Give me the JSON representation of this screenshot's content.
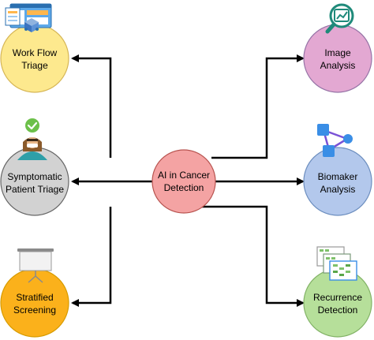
{
  "center": {
    "line1": "AI in Cancer",
    "line2": "Detection",
    "color": "#f4a3a3",
    "stroke": "#b85450"
  },
  "nodes": {
    "workflow": {
      "line1": "Work Flow",
      "line2": "Triage",
      "color": "#fde98e",
      "stroke": "#d6b656",
      "icon": "workflow-dashboard-icon"
    },
    "symptomatic": {
      "line1": "Symptomatic",
      "line2": "Patient Triage",
      "color": "#d2d2d2",
      "stroke": "#666666",
      "icon": "doctor-checkmark-icon"
    },
    "stratified": {
      "line1": "Stratified",
      "line2": "Screening",
      "color": "#fbb11b",
      "stroke": "#d79b00",
      "icon": "projector-screen-icon"
    },
    "image": {
      "line1": "Image",
      "line2": "Analysis",
      "color": "#e3a8d2",
      "stroke": "#9673a6",
      "icon": "magnifier-chart-icon"
    },
    "biomaker": {
      "line1": "Biomaker",
      "line2": "Analysis",
      "color": "#b3c8ec",
      "stroke": "#6c8ebf",
      "icon": "network-nodes-icon"
    },
    "recurrence": {
      "line1": "Recurrence",
      "line2": "Detection",
      "color": "#b6df9a",
      "stroke": "#82b366",
      "icon": "stacked-layers-icon"
    }
  }
}
